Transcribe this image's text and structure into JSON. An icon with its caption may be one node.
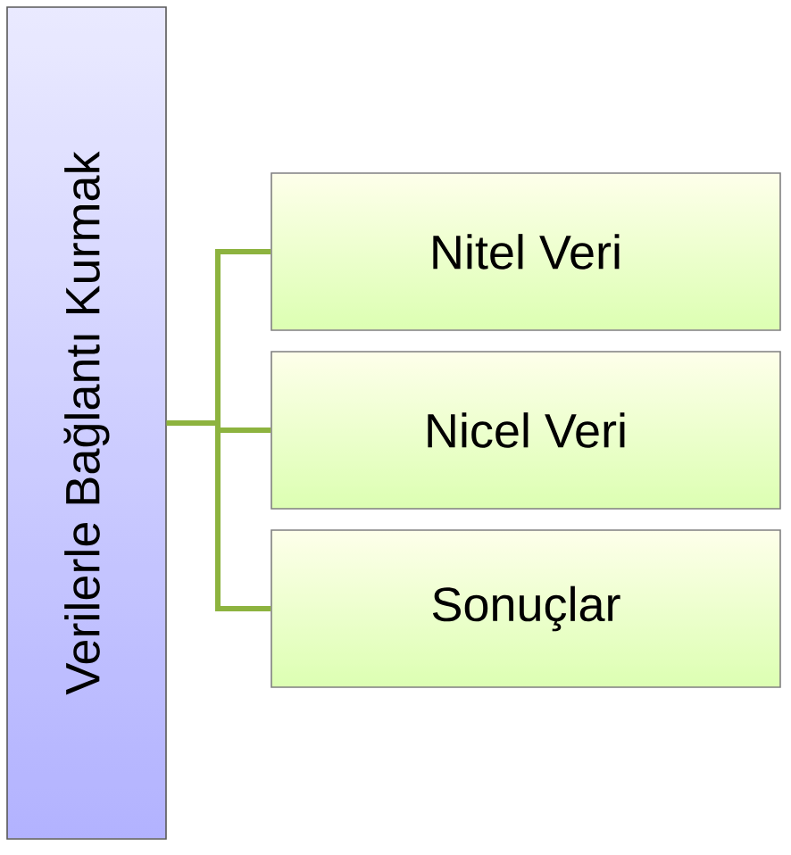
{
  "diagram": {
    "nodes": [
      {
        "text": [
          "Verilerle Bağlantı Kurmak"
        ]
      },
      {
        "text": [
          "Nitel Veri"
        ]
      },
      {
        "text": [
          "Nicel Veri"
        ]
      },
      {
        "text": [
          "Sonuçlar"
        ]
      }
    ],
    "edges": [
      {
        "from": 0,
        "to": 1,
        "arrow": "none"
      },
      {
        "from": 0,
        "to": 2,
        "arrow": "none"
      },
      {
        "from": 0,
        "to": 3,
        "arrow": "none"
      }
    ]
  }
}
